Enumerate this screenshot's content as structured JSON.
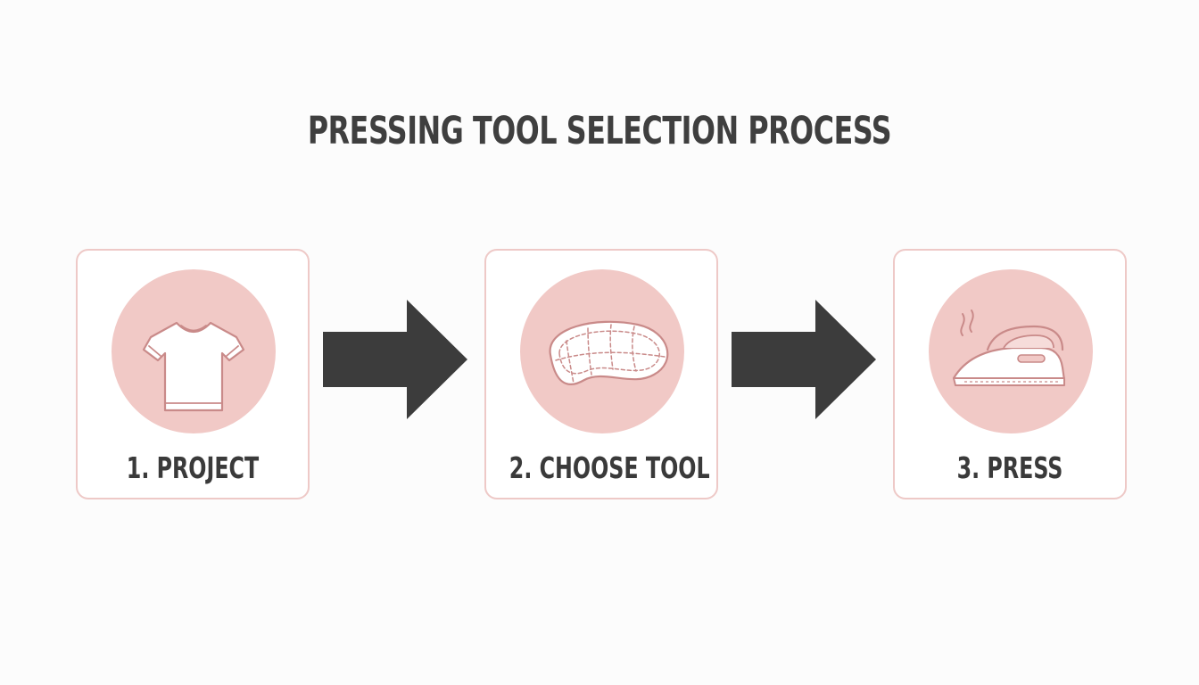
{
  "title": "PRESSING TOOL SELECTION PROCESS",
  "colors": {
    "title": "#3f3f3f",
    "label": "#3a3a3a",
    "card_border": "#eec9c7",
    "icon_circle": "#f1c9c6",
    "icon_stroke": "#c98a89",
    "arrow": "#3c3c3c"
  },
  "steps": [
    {
      "label": "1. PROJECT",
      "icon": "tshirt-icon"
    },
    {
      "label": "2. CHOOSE TOOL",
      "icon": "pressing-ham-icon"
    },
    {
      "label": "3. PRESS",
      "icon": "steam-iron-icon"
    }
  ]
}
